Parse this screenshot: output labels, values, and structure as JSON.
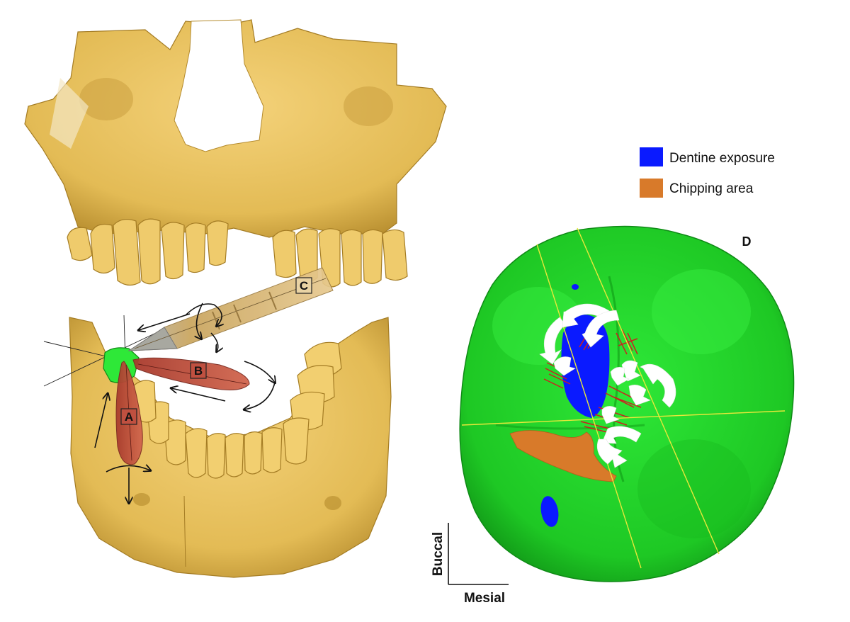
{
  "labels": {
    "a": "A",
    "b": "B",
    "c": "C",
    "d": "D"
  },
  "legend": [
    {
      "label": "Dentine exposure",
      "color": "#0a1aff"
    },
    {
      "label": "Chipping area",
      "color": "#d87a2a"
    }
  ],
  "orientation": {
    "vertical": "Buccal",
    "horizontal": "Mesial"
  },
  "colors": {
    "bone": "#e8c25e",
    "bone_dark": "#b48a2c",
    "tooth_surface": "#22d42a",
    "dentine": "#0a1aff",
    "chipping": "#d87a2a",
    "striations": "#cc2020",
    "reference_lines": "#e8e83a",
    "motion_arrows": "#ffffff"
  }
}
